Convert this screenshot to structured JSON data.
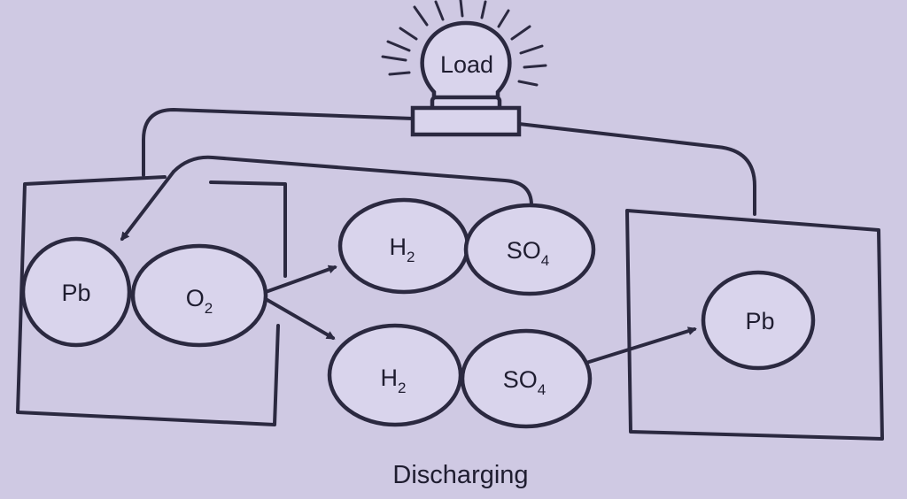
{
  "load": {
    "label": "Load"
  },
  "negative_plate": {
    "pb": "Pb",
    "oxygen": {
      "base": "O",
      "subscript": "2"
    }
  },
  "ions_upper": {
    "hydrogen": {
      "base": "H",
      "subscript": "2"
    },
    "sulfate": {
      "base": "SO",
      "subscript": "4"
    }
  },
  "ions_lower": {
    "hydrogen": {
      "base": "H",
      "subscript": "2"
    },
    "sulfate": {
      "base": "SO",
      "subscript": "4"
    }
  },
  "positive_plate": {
    "pb": "Pb"
  },
  "caption": "Discharging",
  "colors": {
    "background": "#cfc9e3",
    "ink": "#2b2940"
  }
}
